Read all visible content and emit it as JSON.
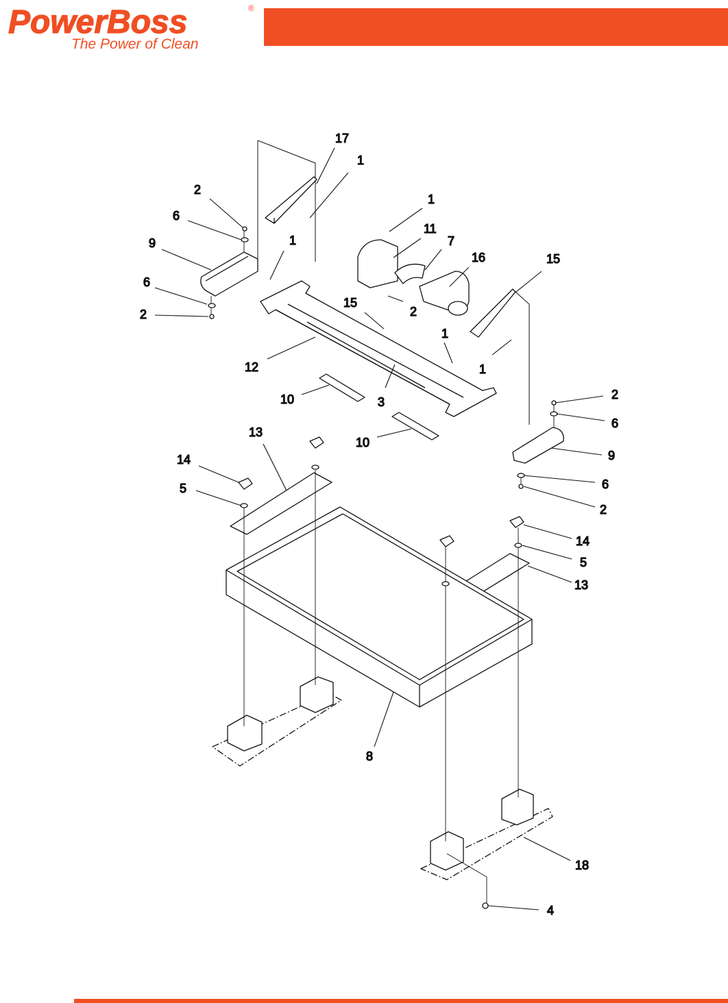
{
  "brand": {
    "name": "PowerBoss",
    "registered_mark": "®",
    "tagline": "The Power of Clean"
  },
  "colors": {
    "brand_orange": "#F04E23",
    "line": "#111111"
  },
  "callouts": [
    {
      "id": "c17",
      "label": "17"
    },
    {
      "id": "c1a",
      "label": "1"
    },
    {
      "id": "c2a",
      "label": "2"
    },
    {
      "id": "c6a",
      "label": "6"
    },
    {
      "id": "c9a",
      "label": "9"
    },
    {
      "id": "c6b",
      "label": "6"
    },
    {
      "id": "c2b",
      "label": "2"
    },
    {
      "id": "c1b",
      "label": "1"
    },
    {
      "id": "c1c",
      "label": "1"
    },
    {
      "id": "c11",
      "label": "11"
    },
    {
      "id": "c7",
      "label": "7"
    },
    {
      "id": "c16",
      "label": "16"
    },
    {
      "id": "c15a",
      "label": "15"
    },
    {
      "id": "c2c",
      "label": "2"
    },
    {
      "id": "c15b",
      "label": "15"
    },
    {
      "id": "c1d",
      "label": "1"
    },
    {
      "id": "c1e",
      "label": "1"
    },
    {
      "id": "c12",
      "label": "12"
    },
    {
      "id": "c3",
      "label": "3"
    },
    {
      "id": "c10a",
      "label": "10"
    },
    {
      "id": "c10b",
      "label": "10"
    },
    {
      "id": "c2d",
      "label": "2"
    },
    {
      "id": "c6c",
      "label": "6"
    },
    {
      "id": "c9b",
      "label": "9"
    },
    {
      "id": "c6d",
      "label": "6"
    },
    {
      "id": "c2e",
      "label": "2"
    },
    {
      "id": "c13a",
      "label": "13"
    },
    {
      "id": "c14a",
      "label": "14"
    },
    {
      "id": "c5a",
      "label": "5"
    },
    {
      "id": "c14b",
      "label": "14"
    },
    {
      "id": "c5b",
      "label": "5"
    },
    {
      "id": "c13b",
      "label": "13"
    },
    {
      "id": "c8",
      "label": "8"
    },
    {
      "id": "c18",
      "label": "18"
    },
    {
      "id": "c4",
      "label": "4"
    }
  ]
}
